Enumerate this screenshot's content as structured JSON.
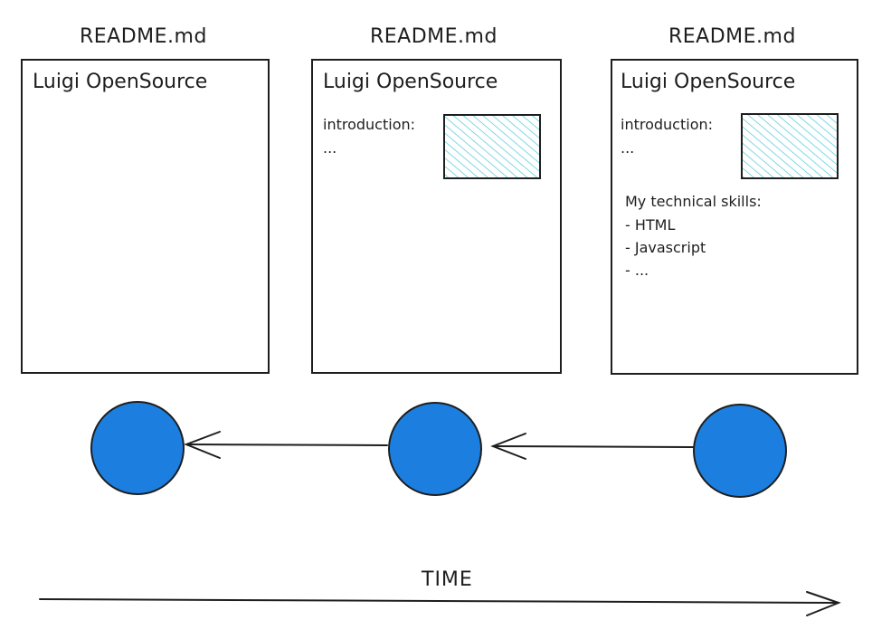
{
  "colors": {
    "stroke": "#1e1e1e",
    "node_fill": "#1c7fe0",
    "hatch": "#3cc3d6"
  },
  "snapshots": [
    {
      "file_title": "README.md",
      "doc_title": "Luigi OpenSource"
    },
    {
      "file_title": "README.md",
      "doc_title": "Luigi OpenSource",
      "intro_label": "introduction:",
      "intro_ellipsis": "..."
    },
    {
      "file_title": "README.md",
      "doc_title": "Luigi OpenSource",
      "intro_label": "introduction:",
      "intro_ellipsis": "...",
      "skills_heading": "My technical skills:",
      "skills": [
        "- HTML",
        "- Javascript",
        "- ..."
      ]
    }
  ],
  "timeline": {
    "label": "TIME",
    "arrow_direction": "right"
  },
  "history": {
    "node_count": 3,
    "arrow_direction": "left"
  }
}
